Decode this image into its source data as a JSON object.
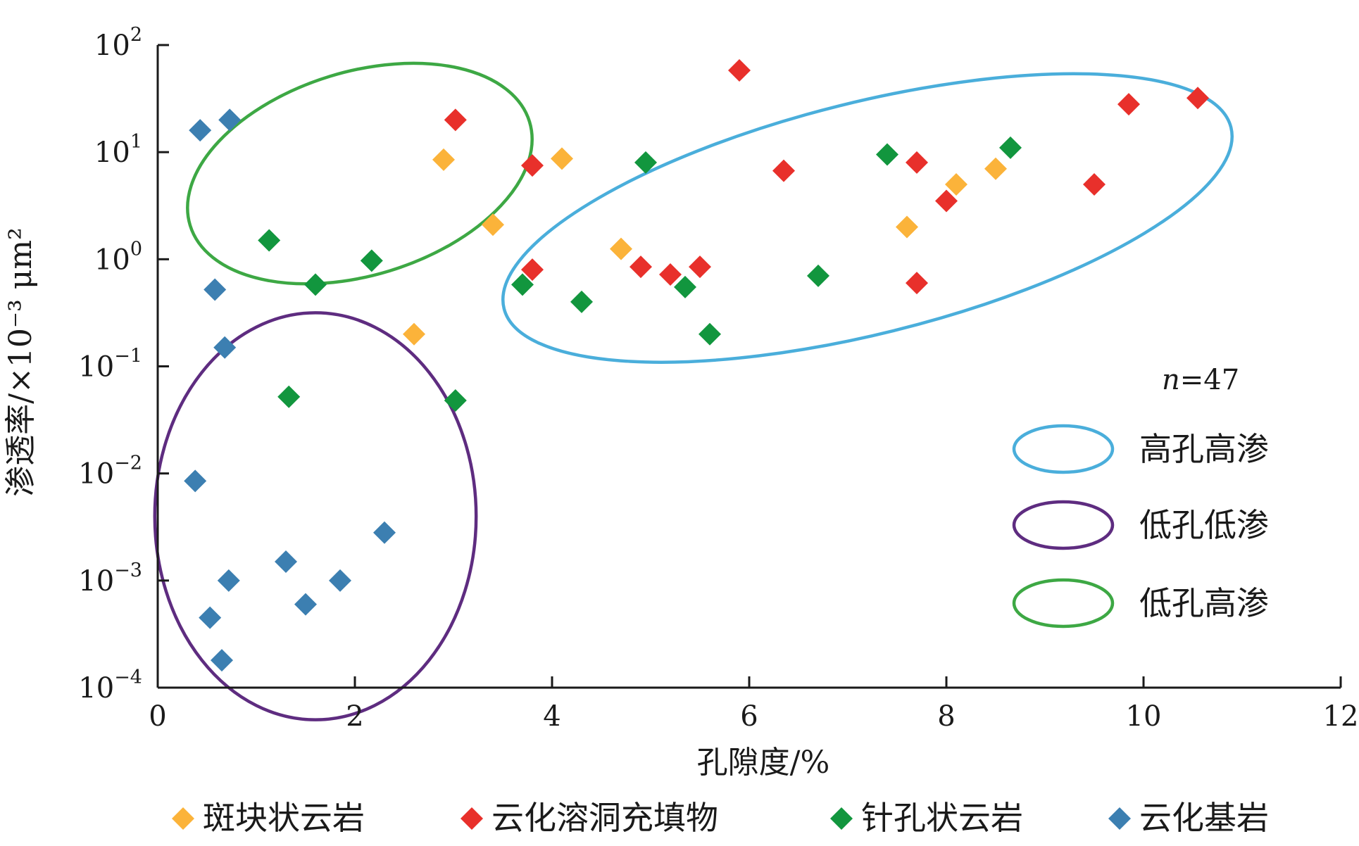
{
  "chart_data": {
    "type": "scatter",
    "xlabel": "孔隙度/%",
    "ylabel": "渗透率/×10⁻³ μm²",
    "xlim": [
      0,
      12
    ],
    "ylim": [
      0.0001,
      100
    ],
    "yscale": "log",
    "x_ticks": [
      "0",
      "2",
      "4",
      "6",
      "8",
      "10",
      "12"
    ],
    "y_ticks": [
      {
        "value": 0.0001,
        "base": "10",
        "exp": "−4"
      },
      {
        "value": 0.001,
        "base": "10",
        "exp": "−3"
      },
      {
        "value": 0.01,
        "base": "10",
        "exp": "−2"
      },
      {
        "value": 0.1,
        "base": "10",
        "exp": "−1"
      },
      {
        "value": 1,
        "base": "10",
        "exp": "0"
      },
      {
        "value": 10,
        "base": "10",
        "exp": "1"
      },
      {
        "value": 100,
        "base": "10",
        "exp": "2"
      }
    ],
    "note": {
      "italic": "n",
      "rest": "=47"
    },
    "series": [
      {
        "name": "斑块状云岩",
        "color": "#FBB33A",
        "points": [
          [
            2.9,
            8.5
          ],
          [
            3.4,
            2.1
          ],
          [
            4.1,
            8.7
          ],
          [
            4.7,
            1.25
          ],
          [
            7.6,
            2.0
          ],
          [
            8.1,
            5.0
          ],
          [
            8.5,
            7.0
          ],
          [
            2.6,
            0.2
          ]
        ]
      },
      {
        "name": "云化溶洞充填物",
        "color": "#E8302B",
        "points": [
          [
            3.02,
            20.0
          ],
          [
            3.8,
            7.5
          ],
          [
            3.8,
            0.8
          ],
          [
            4.9,
            0.85
          ],
          [
            5.2,
            0.72
          ],
          [
            5.5,
            0.85
          ],
          [
            5.9,
            58.0
          ],
          [
            6.35,
            6.7
          ],
          [
            7.7,
            8.0
          ],
          [
            7.7,
            0.6
          ],
          [
            8.0,
            3.5
          ],
          [
            9.5,
            5.0
          ],
          [
            9.85,
            28.0
          ],
          [
            10.55,
            32.0
          ]
        ]
      },
      {
        "name": "针孔状云岩",
        "color": "#12963E",
        "points": [
          [
            1.13,
            1.5
          ],
          [
            1.6,
            0.58
          ],
          [
            2.17,
            0.97
          ],
          [
            1.33,
            0.052
          ],
          [
            3.02,
            0.048
          ],
          [
            3.7,
            0.58
          ],
          [
            4.3,
            0.4
          ],
          [
            4.95,
            8.0
          ],
          [
            5.35,
            0.55
          ],
          [
            5.6,
            0.2
          ],
          [
            6.7,
            0.7
          ],
          [
            7.4,
            9.5
          ],
          [
            8.65,
            11.0
          ]
        ]
      },
      {
        "name": "云化基岩",
        "color": "#3C7FB1",
        "points": [
          [
            0.43,
            16.0
          ],
          [
            0.73,
            20.0
          ],
          [
            0.58,
            0.52
          ],
          [
            0.68,
            0.15
          ],
          [
            0.38,
            0.0085
          ],
          [
            0.53,
            0.00045
          ],
          [
            0.65,
            0.00018
          ],
          [
            0.72,
            0.001
          ],
          [
            1.3,
            0.0015
          ],
          [
            1.5,
            0.0006
          ],
          [
            1.85,
            0.001
          ],
          [
            2.3,
            0.0028
          ]
        ]
      }
    ],
    "regions": [
      {
        "name": "高孔高渗",
        "color": "#4AAEDB",
        "cx": 7.2,
        "logcy": 0.385,
        "rx": 3.8,
        "logry": 1.08,
        "rotate": -14
      },
      {
        "name": "低孔低渗",
        "color": "#5E2C80",
        "cx": 1.6,
        "logcy": -2.4,
        "rx": 1.63,
        "logry": 1.9,
        "rotate": 0
      },
      {
        "name": "低孔高渗",
        "color": "#3DA844",
        "cx": 2.05,
        "logcy": 0.8,
        "rx": 1.8,
        "logry": 0.95,
        "rotate": -17
      }
    ]
  }
}
